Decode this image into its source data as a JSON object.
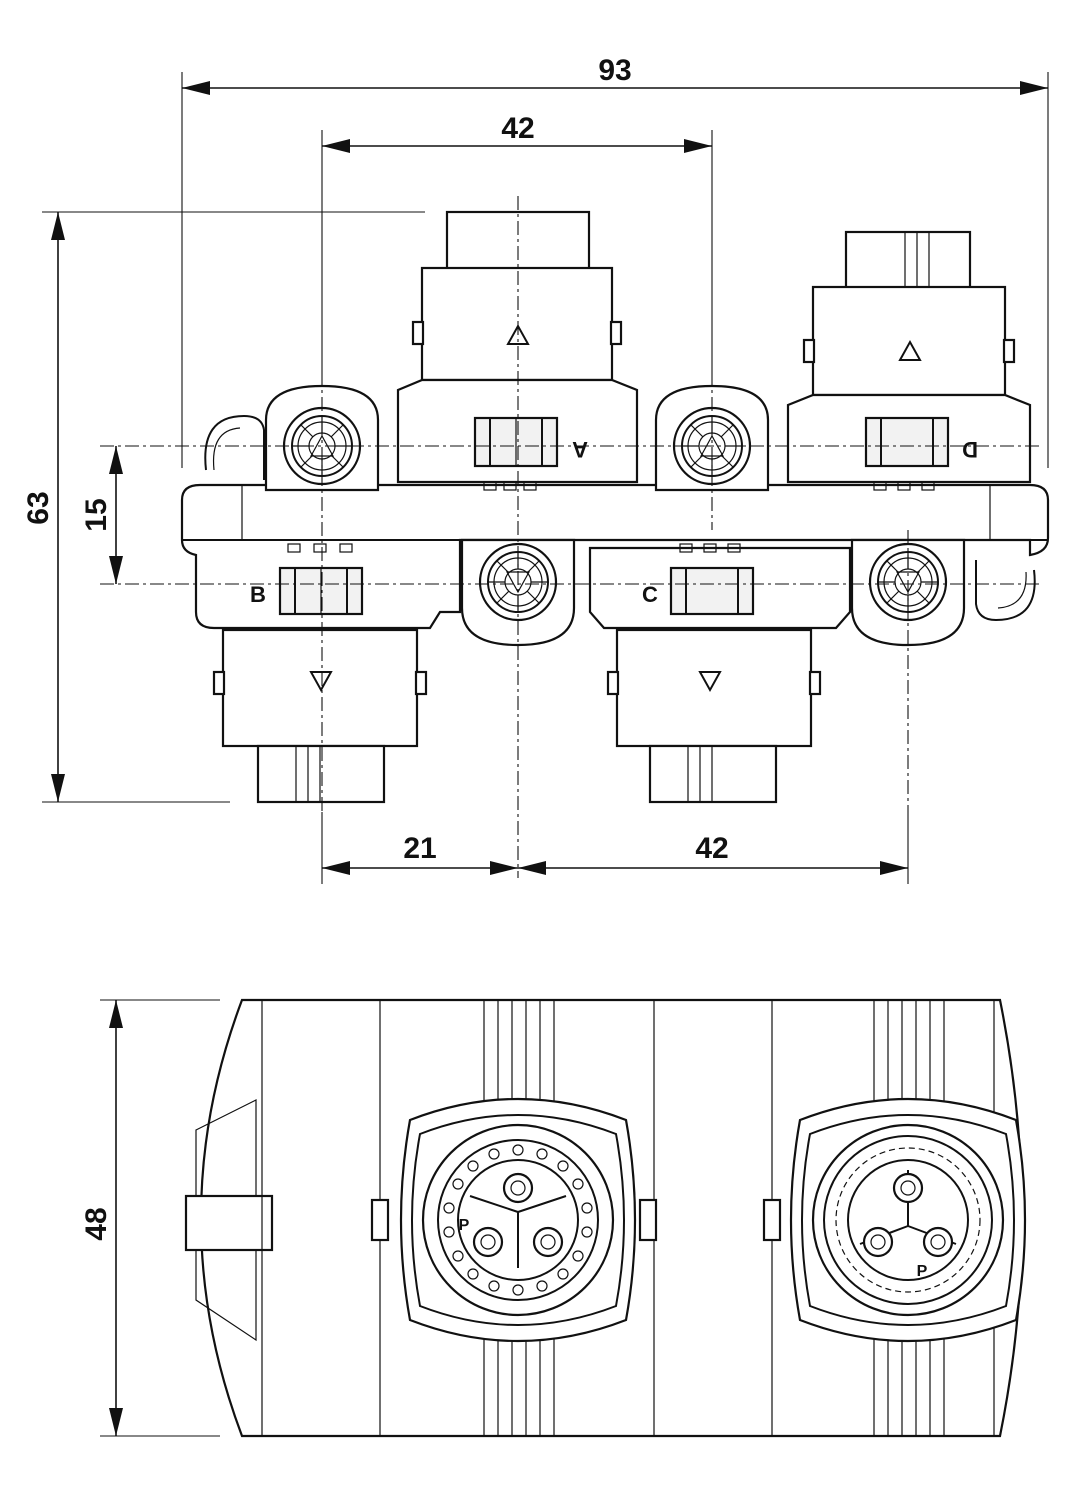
{
  "dimensions": {
    "overall_width": "93",
    "pitch_top": "42",
    "overall_height": "63",
    "row_offset": "15",
    "half_pitch": "21",
    "pitch_bottom": "42",
    "depth": "48"
  },
  "ports": {
    "a": "A",
    "b": "B",
    "c": "C",
    "d": "D"
  },
  "pins": {
    "left_connector": "P",
    "right_connector": "P"
  }
}
